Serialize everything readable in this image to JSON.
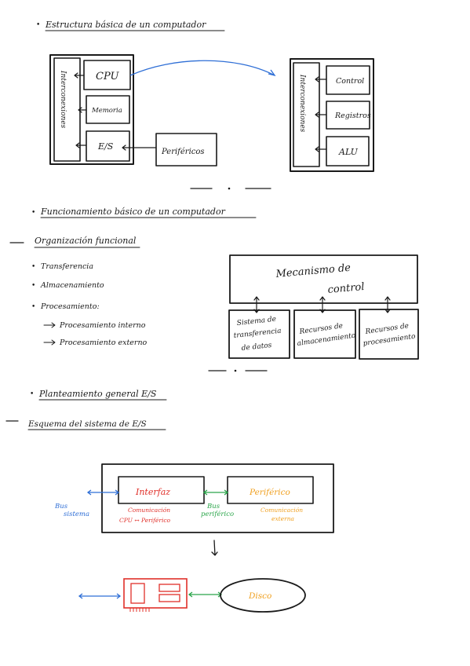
{
  "colors": {
    "ink": "#1a1a1a",
    "blue": "#2f6fd6",
    "red": "#e0302a",
    "green": "#2aa54a",
    "orange": "#f0a020"
  },
  "section1": {
    "heading": "Estructura básica de un computador",
    "left": {
      "bus_label": "Interconexiones",
      "cpu": "CPU",
      "memoria": "Memoria",
      "es": "E/S",
      "perifericos": "Periféricos"
    },
    "right": {
      "bus_label": "Interconexiones",
      "control": "Control",
      "registros": "Registros",
      "alu": "ALU"
    }
  },
  "section2": {
    "heading": "Funcionamiento básico de un computador",
    "subheading": "Organización funcional",
    "items": [
      "Transferencia",
      "Almacenamiento",
      "Procesamiento:"
    ],
    "subitems": [
      "Procesamiento interno",
      "Procesamiento externo"
    ],
    "diagram": {
      "mechanism": [
        "Mecanismo de",
        "control"
      ],
      "boxes": [
        [
          "Sistema de",
          "transferencia",
          "de datos"
        ],
        [
          "Recursos de",
          "almacenamiento"
        ],
        [
          "Recursos de",
          "procesamiento"
        ]
      ]
    }
  },
  "section3": {
    "heading": "Planteamiento general E/S",
    "subheading": "Esquema del sistema de E/S",
    "diagram": {
      "interfaz": "Interfaz",
      "periferico": "Periférico",
      "bus_sistema": [
        "Bus",
        "sistema"
      ],
      "bus_periferico": [
        "Bus",
        "periférico"
      ],
      "comm_cpu": [
        "Comunicación",
        "CPU ↔ Periférico"
      ],
      "comm_ext": [
        "Comunicación",
        "externa"
      ],
      "disco": "Disco"
    }
  }
}
